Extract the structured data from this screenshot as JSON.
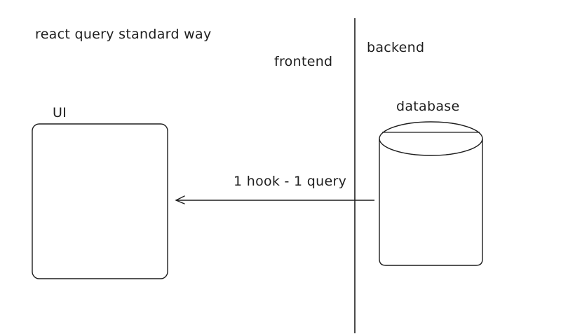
{
  "diagram": {
    "title": "react query standard way",
    "labels": {
      "frontend": "frontend",
      "backend": "backend"
    },
    "nodes": [
      {
        "id": "ui",
        "label": "UI",
        "shape": "rounded-rectangle"
      },
      {
        "id": "database",
        "label": "database",
        "shape": "cylinder"
      }
    ],
    "edges": [
      {
        "from": "database",
        "to": "ui",
        "label": "1 hook - 1 query",
        "arrow": "to"
      }
    ],
    "colors": {
      "stroke": "#1e1e1e",
      "background": "#ffffff"
    }
  }
}
